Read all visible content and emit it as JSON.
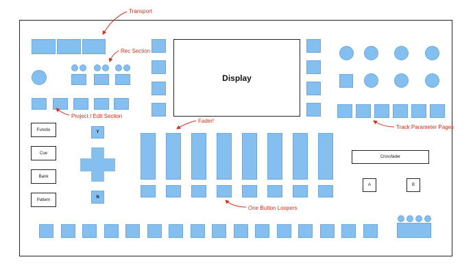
{
  "annotations": {
    "transport": "Transport",
    "rec_section": "Rec Section",
    "project_edit": "Project / Edit Section",
    "fader": "Fader!",
    "one_button_loopers": "One Button Loopers",
    "track_parameter_pages": "Track Parameter Pages"
  },
  "display": {
    "label": "Display"
  },
  "function_buttons": [
    "Functio",
    "Cue",
    "Bank",
    "Pattern"
  ],
  "dpad": {
    "up_label": "Y",
    "down_label": "N"
  },
  "crossfader": {
    "label": "Crossfader",
    "button_a": "A",
    "button_b": "B"
  },
  "colors": {
    "control_fill": "#85bff0",
    "annotation": "#d0301a",
    "outline": "#222222"
  }
}
